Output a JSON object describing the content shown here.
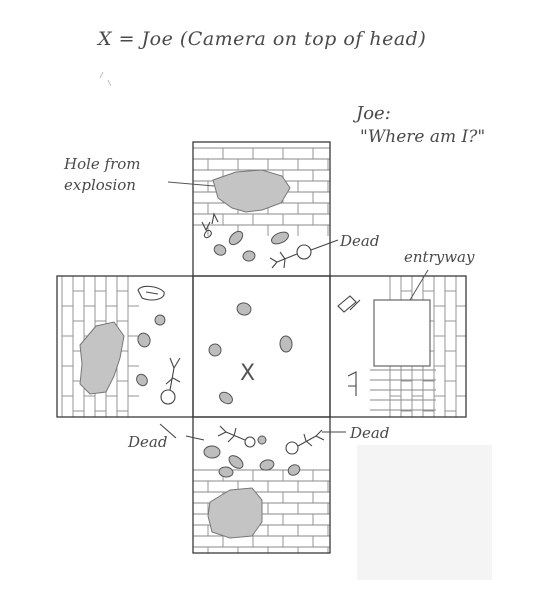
{
  "legend": {
    "text": "X = Joe (Camera on top of head)"
  },
  "speech": {
    "speaker": "Joe:",
    "quote": "\"Where am I?\""
  },
  "labels": {
    "hole": "Hole from explosion",
    "entryway": "entryway",
    "dead_top": "Dead",
    "dead_left": "Dead",
    "dead_right": "Dead"
  },
  "center_marker": "X",
  "colors": {
    "ink": "#3a3a3a",
    "pencil": "#6a6a6a",
    "shade": "#bdbdbd",
    "paper_fill": "#f4f4f4"
  }
}
